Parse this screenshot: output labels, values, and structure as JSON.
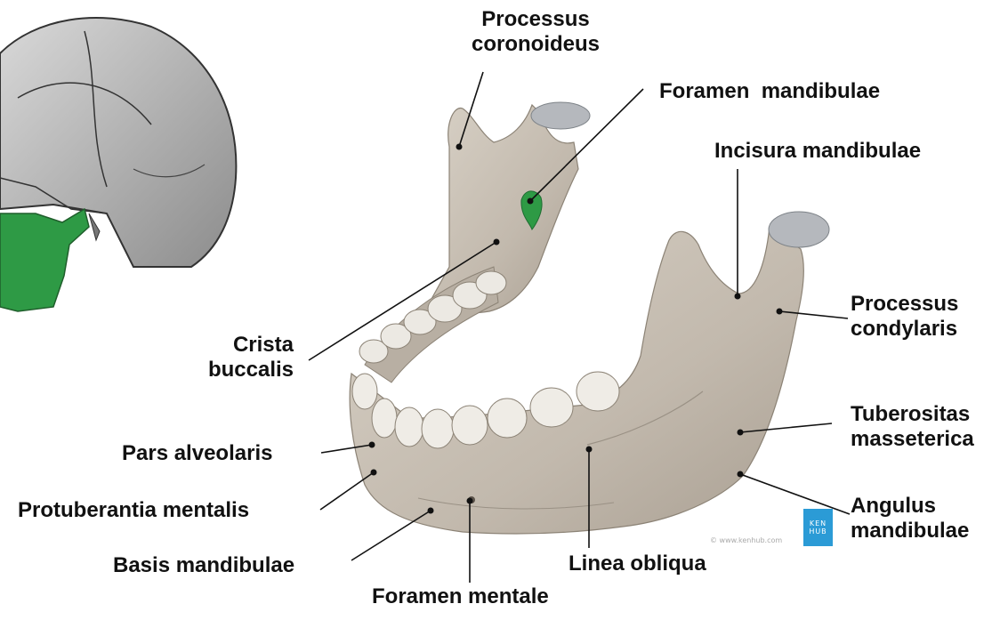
{
  "labels": {
    "processus_coronoideus": [
      "Processus",
      "coronoideus"
    ],
    "foramen_mandibulae": "Foramen  mandibulae",
    "incisura_mandibulae": "Incisura mandibulae",
    "processus_condylaris": [
      "Processus",
      "condylaris"
    ],
    "tuberositas_masseterica": [
      "Tuberositas",
      "masseterica"
    ],
    "angulus_mandibulae": [
      "Angulus",
      "mandibulae"
    ],
    "crista_buccalis": [
      "Crista",
      "buccalis"
    ],
    "pars_alveolaris": "Pars alveolaris",
    "protuberantia_mentalis": "Protuberantia mentalis",
    "basis_mandibulae": "Basis mandibulae",
    "linea_obliqua": "Linea obliqua",
    "foramen_mentale": "Foramen mentale"
  },
  "watermark": "© www.kenhub.com",
  "logo": [
    "KEN",
    "HUB"
  ],
  "colors": {
    "highlight_green": "#2e9a45",
    "bone": "#c9c1b6",
    "logo_blue": "#2b9bd6",
    "text": "#111111"
  }
}
